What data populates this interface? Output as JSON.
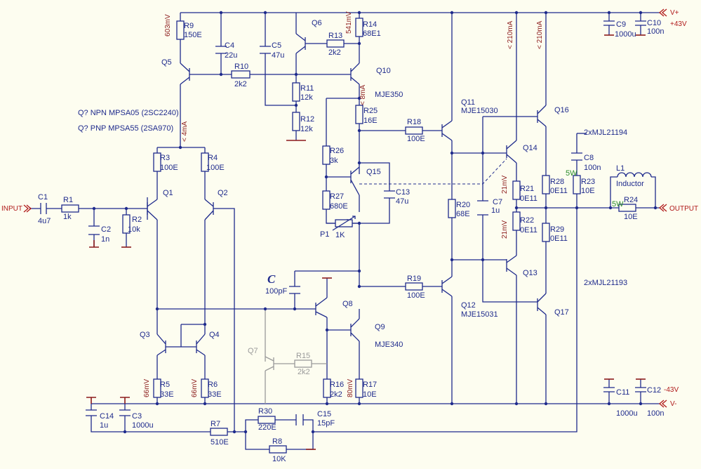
{
  "colors": {
    "wire": "#1E2A8C",
    "annotation": "#8B1A1A",
    "power": "#2C8C2C",
    "port": "#B01A1A",
    "disabled": "#9A9A9A",
    "background": "#FDFDF0"
  },
  "ports": {
    "input": "INPUT",
    "output": "OUTPUT",
    "vpos": "V+",
    "vneg": "V-",
    "vpos_value": "+43V",
    "vneg_value": "-43V"
  },
  "notes": {
    "npn": "Q? NPN MPSA05 (2SC2240)",
    "pnp": "Q? PNP MPSA55 (2SA970)",
    "out_npn": "2xMJL21194",
    "out_pnp": "2xMJL21193",
    "comp": "C",
    "comp_value": "100pF"
  },
  "resistors": {
    "R1": [
      "R1",
      "1k"
    ],
    "R2": [
      "R2",
      "10k"
    ],
    "R3": [
      "R3",
      "100E"
    ],
    "R4": [
      "R4",
      "100E"
    ],
    "R5": [
      "R5",
      "33E"
    ],
    "R6": [
      "R6",
      "33E"
    ],
    "R7": [
      "R7",
      "510E"
    ],
    "R8": [
      "R8",
      "10K"
    ],
    "R9": [
      "R9",
      "150E"
    ],
    "R10": [
      "R10",
      "2k2"
    ],
    "R11": [
      "R11",
      "12k"
    ],
    "R12": [
      "R12",
      "12k"
    ],
    "R13": [
      "R13",
      "2k2"
    ],
    "R14": [
      "R14",
      "68E1"
    ],
    "R15": [
      "R15",
      "2k2"
    ],
    "R16": [
      "R16",
      "2k2"
    ],
    "R17": [
      "R17",
      "10E"
    ],
    "R18": [
      "R18",
      "100E"
    ],
    "R19": [
      "R19",
      "100E"
    ],
    "R20": [
      "R20",
      "68E"
    ],
    "R21": [
      "R21",
      "0E11"
    ],
    "R22": [
      "R22",
      "0E11"
    ],
    "R23": [
      "R23",
      "10E"
    ],
    "R24": [
      "R24",
      "10E"
    ],
    "R25": [
      "R25",
      "16E"
    ],
    "R26": [
      "R26",
      "3k"
    ],
    "R27": [
      "R27",
      "680E"
    ],
    "R28": [
      "R28",
      "0E11"
    ],
    "R29": [
      "R29",
      "0E11"
    ],
    "R30": [
      "R30",
      "220E"
    ],
    "P1": [
      "P1",
      "1K"
    ]
  },
  "capacitors": {
    "C1": [
      "C1",
      "4u7"
    ],
    "C2": [
      "C2",
      "1n"
    ],
    "C3": [
      "C3",
      "1000u"
    ],
    "C4": [
      "C4",
      "22u"
    ],
    "C5": [
      "C5",
      "47u"
    ],
    "C7": [
      "C7",
      "1u"
    ],
    "C8": [
      "C8",
      "100n"
    ],
    "C9": [
      "C9",
      "1000u"
    ],
    "C10": [
      "C10",
      "100n"
    ],
    "C11": [
      "C11",
      "1000u"
    ],
    "C12": [
      "C12",
      "100n"
    ],
    "C13": [
      "C13",
      "47u"
    ],
    "C14": [
      "C14",
      "1u"
    ],
    "C15": [
      "C15",
      "15pF"
    ]
  },
  "inductor": [
    "L1",
    "Inductor"
  ],
  "transistors": {
    "Q1": "Q1",
    "Q2": "Q2",
    "Q3": "Q3",
    "Q4": "Q4",
    "Q5": "Q5",
    "Q6": "Q6",
    "Q7": "Q7",
    "Q8": "Q8",
    "Q9": "Q9",
    "Q10": "Q10",
    "Q11": "Q11",
    "Q12": "Q12",
    "Q13": "Q13",
    "Q14": "Q14",
    "Q15": "Q15",
    "Q16": "Q16",
    "Q17": "Q17"
  },
  "parts": {
    "Q10": "MJE350",
    "Q9": "MJE340",
    "Q11": "MJE15030",
    "Q12": "MJE15031"
  },
  "annotations": {
    "r9_v": "603mV",
    "r14_v": "541mV",
    "r10_i": "< 8mA",
    "q5_i": "< 4mA",
    "r5_v": "66mV",
    "r6_v": "66mV",
    "r17_v": "80mV",
    "r21_v": "21mV",
    "r22_v": "21mV",
    "i_q14": "< 210mA",
    "i_q16": "< 210mA",
    "p_r23": "5W",
    "p_r24": "5W"
  }
}
